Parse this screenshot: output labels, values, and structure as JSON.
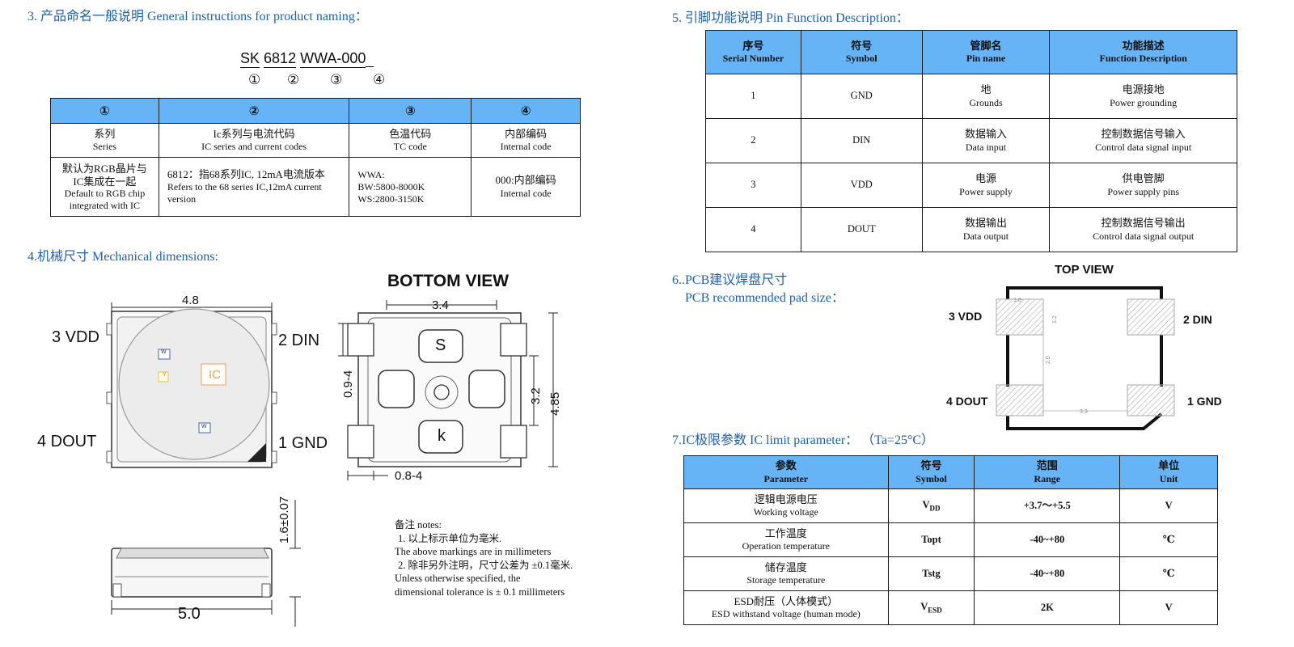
{
  "naming": {
    "title": "3. 产品命名一般说明 General instructions for product naming：",
    "code_sk": "SK",
    "code_ic": "6812",
    "code_tc": "WWA-",
    "code_int": "000",
    "markers": [
      "①",
      "②",
      "③",
      "④"
    ],
    "table": {
      "headers": [
        "①",
        "②",
        "③",
        "④"
      ],
      "row1": [
        {
          "zh": "系列",
          "en": "Series"
        },
        {
          "zh": "Ic系列与电流代码",
          "en": "IC series and current codes"
        },
        {
          "zh": "色温代码",
          "en": "TC code"
        },
        {
          "zh": "内部编码",
          "en": "Internal code"
        }
      ],
      "row2": {
        "c1_zh1": "默认为RGB晶片与",
        "c1_zh2": "IC集成在一起",
        "c1_en1": "Default to RGB chip",
        "c1_en2": "integrated with IC",
        "c2_zh": "6812：指68系列IC, 12mA电流版本",
        "c2_en1": "Refers to the 68 series IC,12mA current",
        "c2_en2": "version",
        "c3_l1": "WWA:",
        "c3_l2": "BW:5800-8000K",
        "c3_l3": "WS:2800-3150K",
        "c4_zh": "000:内部编码",
        "c4_en": "Internal code"
      }
    }
  },
  "mech": {
    "title": "4.机械尺寸 Mechanical dimensions:",
    "dim_top": "4.8",
    "label_3vdd": "3 VDD",
    "label_2din": "2 DIN",
    "label_4dout": "4 DOUT",
    "label_1gnd": "1 GND",
    "chip_w": "W",
    "chip_y": "Y",
    "chip_ic": "IC",
    "chip_w2": "W",
    "dim_height": "1.6±0.07",
    "dim_bottom": "5.0",
    "bottom_view": "BOTTOM VIEW",
    "bv_34": "3.4",
    "bv_094": "0.9-4",
    "bv_32": "3.2",
    "bv_485": "4.85",
    "bv_084": "0.8-4",
    "bv_s": "S",
    "bv_k": "k",
    "notes": {
      "head": "备注 notes:",
      "l1": "1. 以上标示单位为毫米.",
      "l2": "The above markings are in millimeters",
      "l3": "2. 除非另外注明，尺寸公差为 ±0.1毫米.",
      "l4": "Unless otherwise specified, the",
      "l5": "dimensional tolerance is ± 0.1 millimeters"
    }
  },
  "pins": {
    "title": "5. 引脚功能说明 Pin Function Description：",
    "headers": [
      {
        "zh": "序号",
        "en": "Serial Number"
      },
      {
        "zh": "符号",
        "en": "Symbol"
      },
      {
        "zh": "管脚名",
        "en": "Pin name"
      },
      {
        "zh": "功能描述",
        "en": "Function Description"
      }
    ],
    "rows": [
      {
        "n": "1",
        "sym": "GND",
        "name_zh": "地",
        "name_en": "Grounds",
        "fn_zh": "电源接地",
        "fn_en": "Power grounding"
      },
      {
        "n": "2",
        "sym": "DIN",
        "name_zh": "数据输入",
        "name_en": "Data input",
        "fn_zh": "控制数据信号输入",
        "fn_en": "Control data signal input"
      },
      {
        "n": "3",
        "sym": "VDD",
        "name_zh": "电源",
        "name_en": "Power supply",
        "fn_zh": "供电管脚",
        "fn_en": "Power supply pins"
      },
      {
        "n": "4",
        "sym": "DOUT",
        "name_zh": "数据输出",
        "name_en": "Data output",
        "fn_zh": "控制数据信号输出",
        "fn_en": "Control data signal output"
      }
    ]
  },
  "pcb": {
    "title_zh": "6..PCB建议焊盘尺寸",
    "title_en": "PCB recommended pad size：",
    "top_view": "TOP  VIEW",
    "l_3vdd": "3 VDD",
    "l_2din": "2 DIN",
    "l_4dout": "4 DOUT",
    "l_1gnd": "1  GND",
    "d_18": "1.8",
    "d_12": "1.2",
    "d_20": "2.0",
    "d_33": "3.3"
  },
  "limits": {
    "title": "7.IC极限参数 IC limit parameter：  （Ta=25°C）",
    "headers": [
      {
        "zh": "参数",
        "en": "Parameter"
      },
      {
        "zh": "符号",
        "en": "Symbol"
      },
      {
        "zh": "范围",
        "en": "Range"
      },
      {
        "zh": "单位",
        "en": "Unit"
      }
    ],
    "rows": [
      {
        "zh": "逻辑电源电压",
        "en": "Working voltage",
        "sym": "V",
        "sub": "DD",
        "range": "+3.7～+5.5",
        "unit": "V"
      },
      {
        "zh": "工作温度",
        "en": "Operation temperature",
        "sym": "Topt",
        "sub": "",
        "range": "-40~+80",
        "unit": "℃"
      },
      {
        "zh": "储存温度",
        "en": "Storage temperature",
        "sym": "Tstg",
        "sub": "",
        "range": "-40~+80",
        "unit": "℃"
      },
      {
        "zh": "ESD耐压（人体模式）",
        "en": "ESD withstand voltage (human mode)",
        "sym": "V",
        "sub": "ESD",
        "range": "2K",
        "unit": "V"
      }
    ]
  }
}
